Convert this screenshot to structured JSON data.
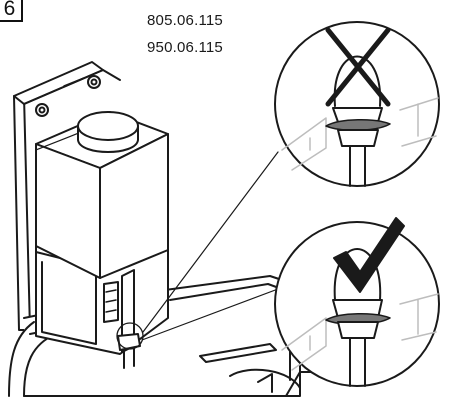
{
  "step": {
    "number": "6"
  },
  "part_numbers": [
    "805.06.115",
    "950.06.115"
  ],
  "details": [
    {
      "verdict": "incorrect",
      "symbol": "cross-icon"
    },
    {
      "verdict": "correct",
      "symbol": "check-icon"
    }
  ],
  "colors": {
    "line": "#1a1a1a",
    "fill": "#ffffff",
    "gasket": "#777777",
    "ghost": "#bdbdbd"
  }
}
